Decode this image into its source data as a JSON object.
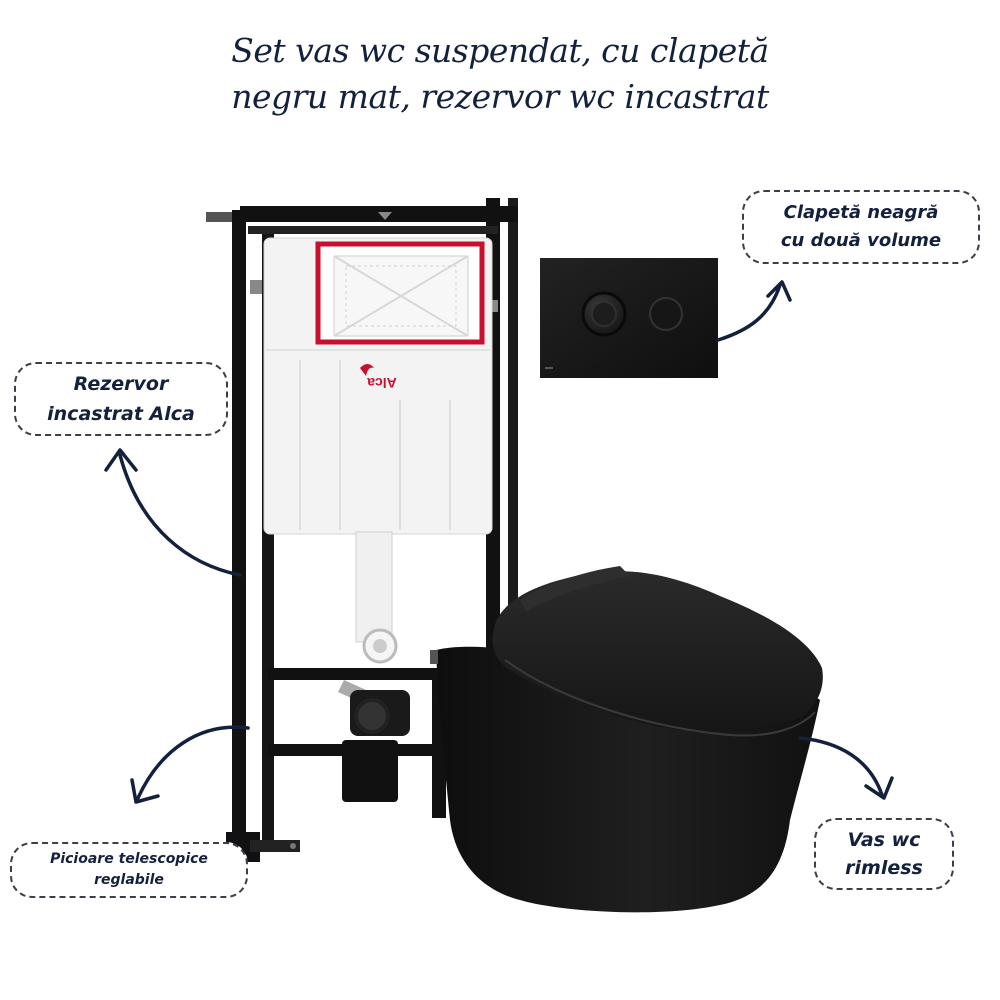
{
  "title": {
    "line1": "Set vas wc suspendat, cu clapetă",
    "line2": "negru mat, rezervor wc incastrat"
  },
  "callouts": {
    "flush_plate": {
      "line1": "Clapetă neagră",
      "line2": "cu două volume"
    },
    "tank": {
      "line1": "Rezervor",
      "line2": "incastrat Alca"
    },
    "legs": {
      "line1": "Picioare telescopice",
      "line2": "reglabile"
    },
    "bowl": {
      "line1": "Vas wc",
      "line2": "rimless"
    }
  },
  "tank_brand": "Alca",
  "colors": {
    "text": "#14213d",
    "frame": "#111111",
    "matte_black": "#1c1c1c",
    "tank_body": "#f3f3f3",
    "tank_accent": "#c8102e"
  },
  "icons": [
    "curved-arrow-icon",
    "flush-button-icon"
  ]
}
